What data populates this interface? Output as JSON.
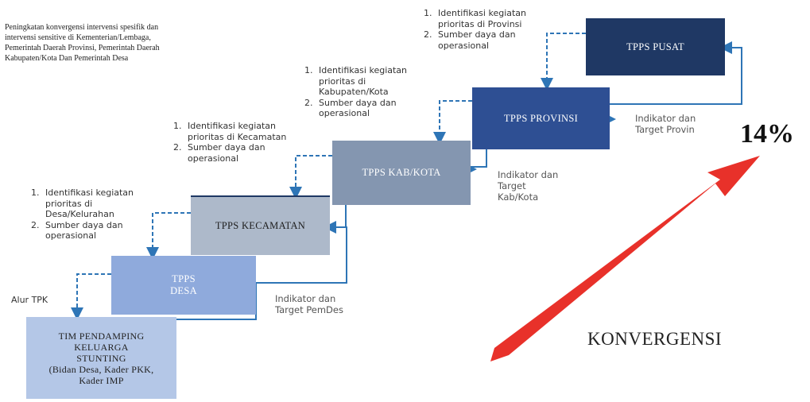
{
  "intro_note": "Peningkatan konvergensi intervensi spesifik dan intervensi sensitive di Kementerian/Lembaga, Pemerintah Daerah Provinsi, Pemerintah Daerah Kabupaten/Kota Dan Pemerintah Desa",
  "percentage": "14%",
  "konvergensi_label": "KONVERGENSI",
  "alur_label": "Alur TPK",
  "boxes": {
    "pusat": "TPPS PUSAT",
    "provinsi": "TPPS PROVINSI",
    "kabkota": "TPPS KAB/KOTA",
    "kecamatan": "TPPS KECAMATAN",
    "desa": "TPPS\nDESA",
    "tim": "TIM PENDAMPING\nKELUARGA\nSTUNTING\n(Bidan Desa, Kader PKK,\nKader IMP"
  },
  "lists": {
    "provinsi": [
      "Identifikasi kegiatan prioritas di Provinsi",
      "Sumber daya dan operasional"
    ],
    "kabkota": [
      "Identifikasi kegiatan prioritas di Kabupaten/Kota",
      "Sumber daya dan operasional"
    ],
    "kecamatan": [
      "Identifikasi kegiatan prioritas di Kecamatan",
      "Sumber daya dan operasional"
    ],
    "desa": [
      "Identifikasi kegiatan prioritas di Desa/Kelurahan",
      "Sumber daya dan operasional"
    ]
  },
  "indicators": {
    "provinsi": "Indikator dan\nTarget  Provin",
    "kabkota": "Indikator dan\nTarget\nKab/Kota",
    "pemdes": "Indikator dan\nTarget  PemDes"
  },
  "colors": {
    "pusat": "#1f3864",
    "provinsi": "#2e4f93",
    "kabkota": "#8496b0",
    "kecamatan": "#adb9ca",
    "desa": "#8faadc",
    "tim": "#b4c7e7",
    "connector": "#2e75b6",
    "arrow": "#e8312a"
  }
}
